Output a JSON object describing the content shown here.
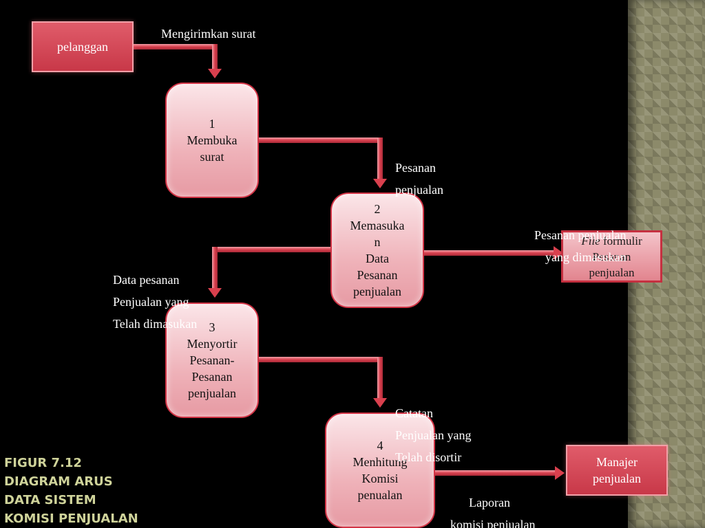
{
  "title_lines": [
    "FIGUR 7.12",
    "DIAGRAM ARUS",
    "DATA SISTEM",
    "KOMISI PENJUALAN"
  ],
  "entities": {
    "pelanggan": "pelanggan",
    "manajer": [
      "Manajer",
      "penjualan"
    ]
  },
  "processes": [
    {
      "number": "1",
      "lines": [
        "Membuka",
        "surat"
      ]
    },
    {
      "number": "2",
      "lines": [
        "Memasuka",
        "n",
        "Data",
        "Pesanan",
        "penjualan"
      ]
    },
    {
      "number": "3",
      "lines": [
        "Menyortir",
        "Pesanan-",
        "Pesanan",
        "penjualan"
      ]
    },
    {
      "number": "4",
      "lines": [
        "Menhitung",
        "Komisi",
        "penualan"
      ]
    }
  ],
  "data_store": {
    "italic": "File",
    "rest": " formulir",
    "lines": [
      "Pesanan",
      "penjualan"
    ]
  },
  "flows": {
    "mengirimkan": "Mengirimkan surat",
    "pesanan_penjualan": [
      "Pesanan",
      "penjualan"
    ],
    "pesanan_dimasukan": [
      "Pesanan penjualan",
      "yang dimasukan"
    ],
    "data_pesanan": [
      "Data pesanan",
      "Penjualan yang",
      "Telah dimasukan"
    ],
    "catatan": [
      "Catatan",
      "Penjualan yang",
      "Telah disortir"
    ],
    "laporan": [
      "Laporan",
      "komisi penjualan"
    ]
  },
  "colors": {
    "background": "#000000",
    "arrow": "#d9404e",
    "process_border": "#d23446",
    "title": "#cfd39a"
  }
}
